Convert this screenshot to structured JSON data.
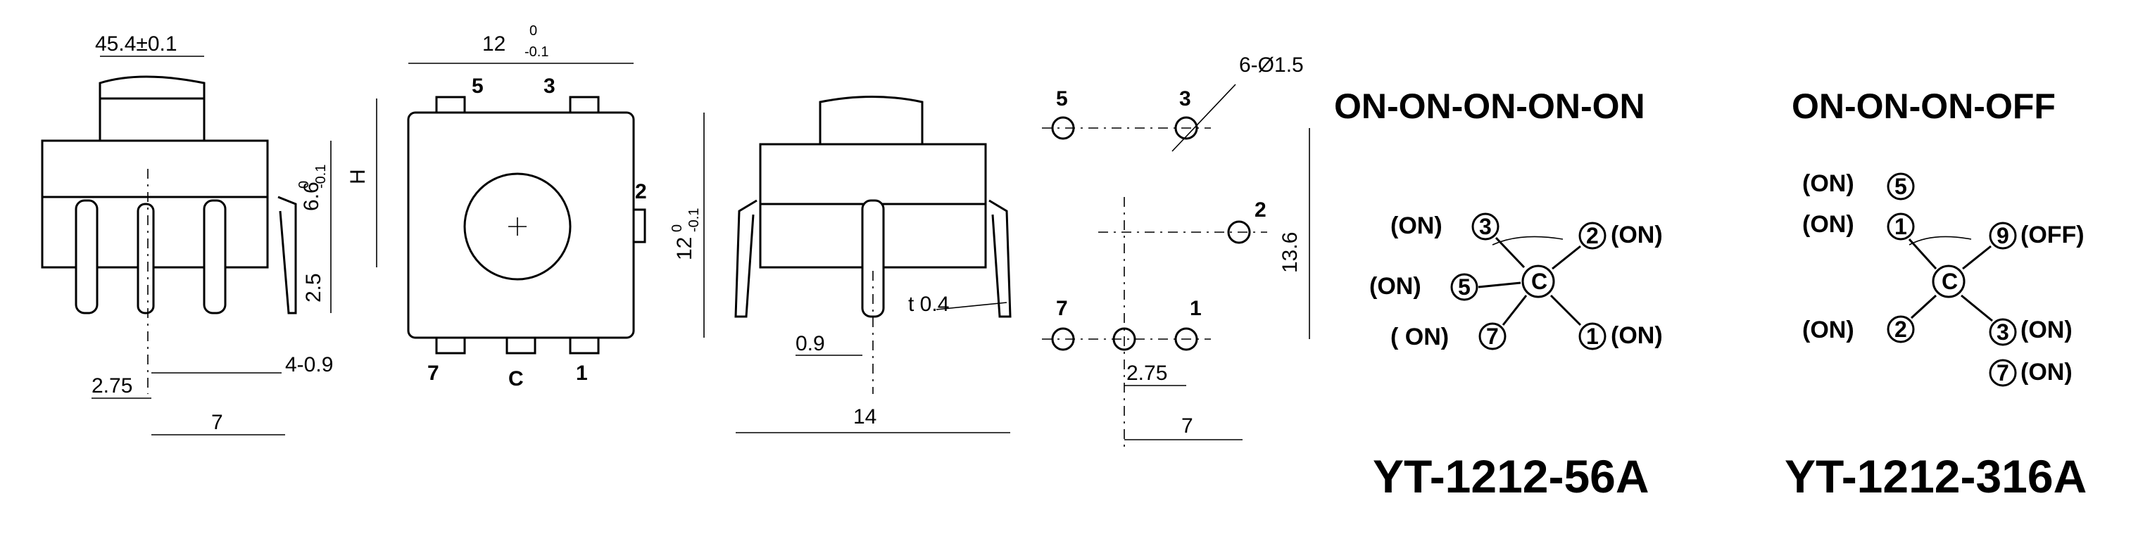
{
  "side_view_left": {
    "dim_top": "45.4±0.1",
    "dim_height_main": "6.6",
    "dim_height_tol_up": "0",
    "dim_height_tol_dn": "-0.1",
    "dim_H": "H",
    "dim_pin_len": "2.5",
    "dim_pin_width": "4-0.9",
    "dim_pitch_half": "2.75",
    "dim_pitch": "7"
  },
  "top_view": {
    "dim_width_main": "12",
    "dim_width_tol_up": "0",
    "dim_width_tol_dn": "-0.1",
    "dim_depth_main": "12",
    "dim_depth_tol_up": "0",
    "dim_depth_tol_dn": "-0.1",
    "pins": [
      "5",
      "3",
      "2",
      "7",
      "C",
      "1"
    ]
  },
  "side_view_right": {
    "dim_thickness": "t 0.4",
    "dim_pin": "0.9",
    "dim_span": "14"
  },
  "footprint": {
    "dim_holes": "6-Ø1.5",
    "dim_span": "13.6",
    "dim_pitch_half": "2.75",
    "dim_pitch": "7",
    "pins": [
      "5",
      "3",
      "2",
      "7",
      "1"
    ]
  },
  "variant_a": {
    "title": "ON-ON-ON-ON-ON",
    "model": "YT-1212-56A",
    "center": "C",
    "positions": [
      {
        "label": "(ON)",
        "pin": "3"
      },
      {
        "label": "(ON)",
        "pin": "2"
      },
      {
        "label": "(ON)",
        "pin": "5"
      },
      {
        "label": "( ON)",
        "pin": "7"
      },
      {
        "label": "(ON)",
        "pin": "1"
      }
    ]
  },
  "variant_b": {
    "title": "ON-ON-ON-OFF",
    "model": "YT-1212-316A",
    "center": "C",
    "positions": [
      {
        "label": "(ON)",
        "pin": "5"
      },
      {
        "label": "(ON)",
        "pin": "1"
      },
      {
        "label": "(OFF)",
        "pin": "9"
      },
      {
        "label": "(ON)",
        "pin": "2"
      },
      {
        "label": "(ON)",
        "pin": "3"
      },
      {
        "label": "(ON)",
        "pin": "7"
      }
    ]
  }
}
